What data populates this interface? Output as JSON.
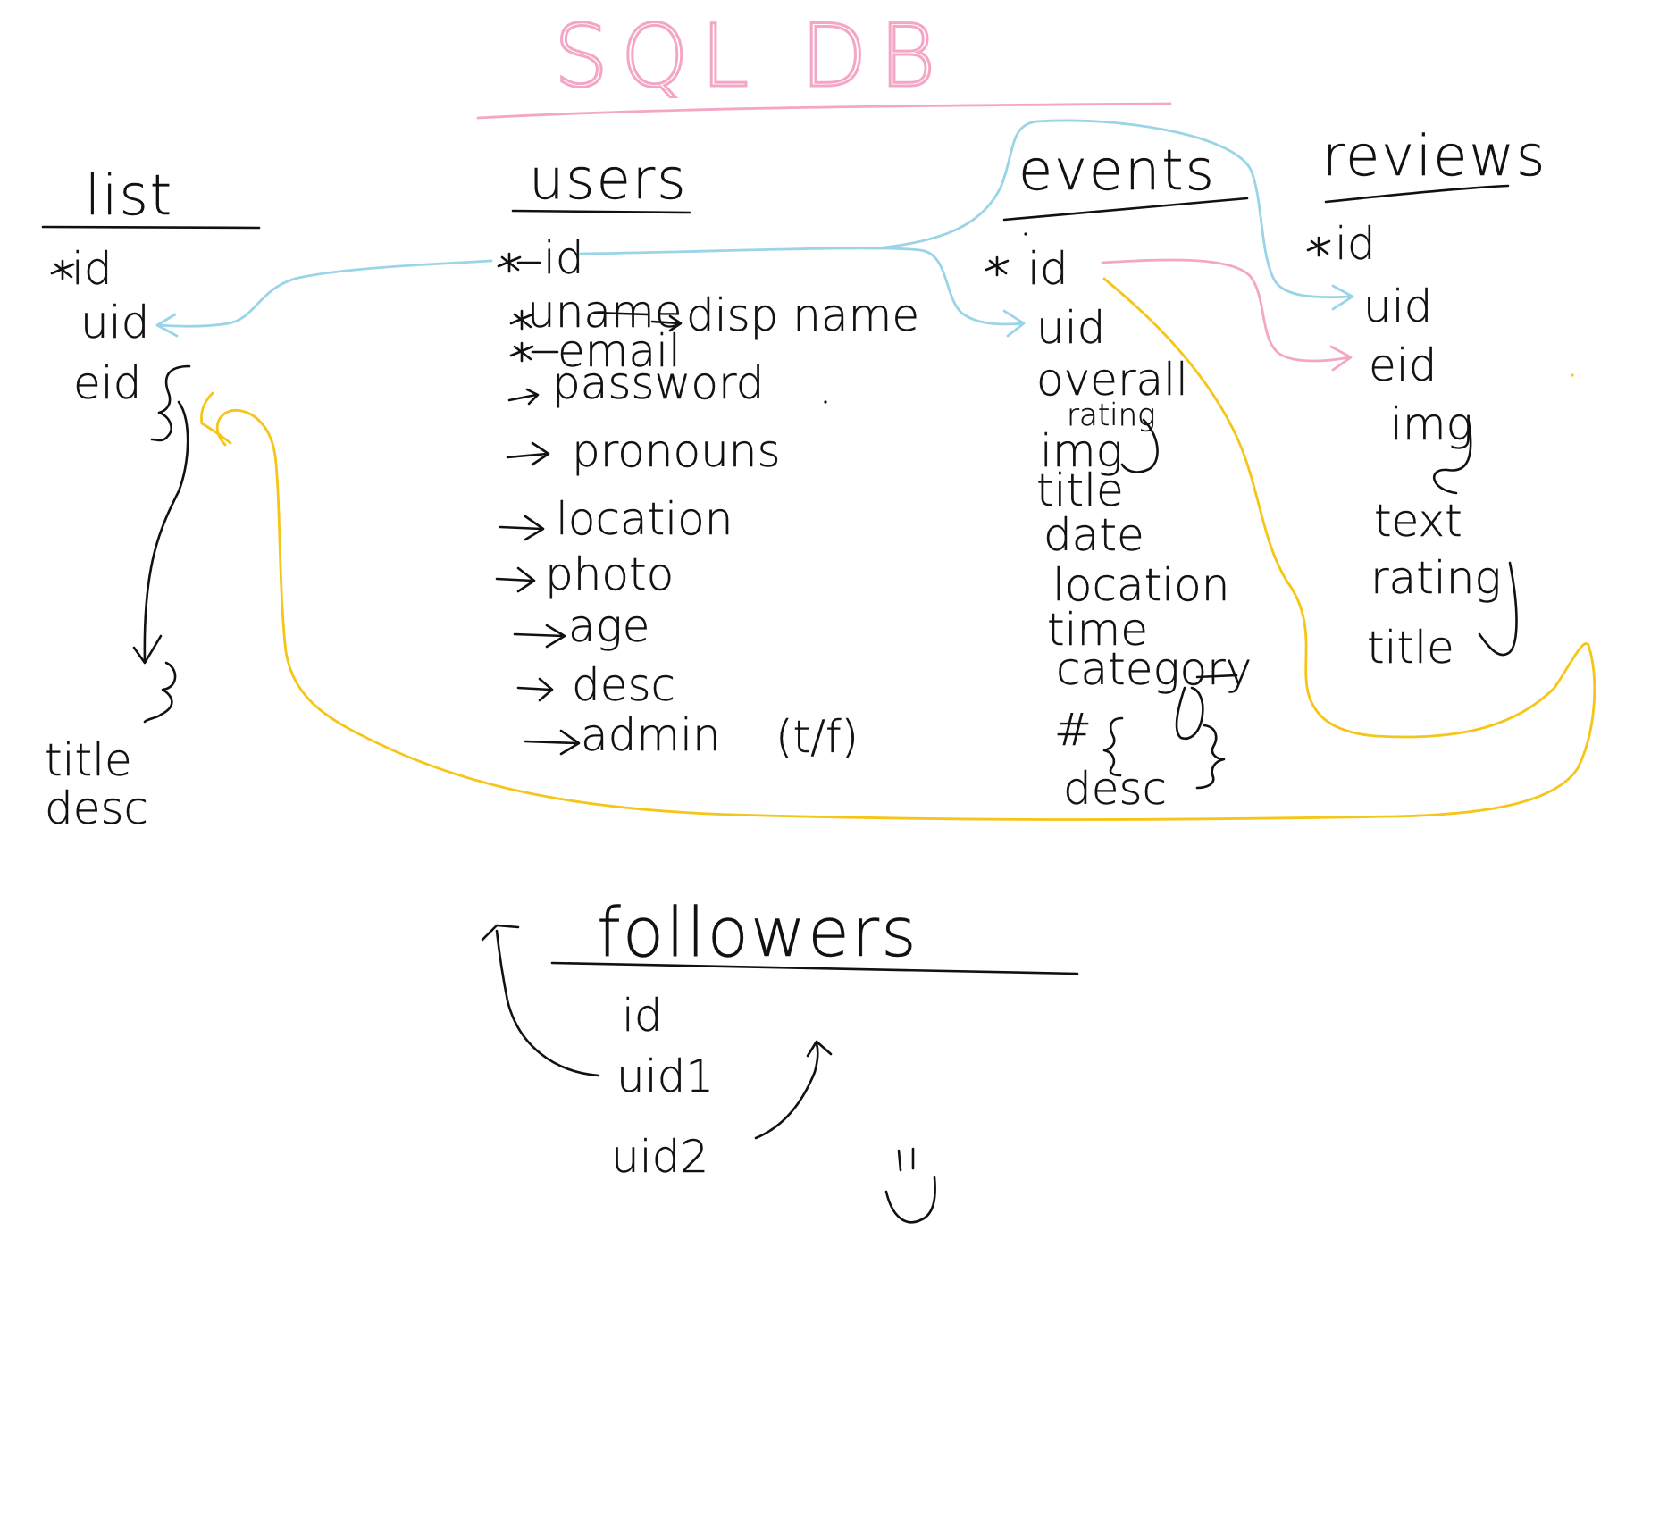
{
  "diagram": {
    "title": "SQL DB",
    "colors": {
      "ink": "#111111",
      "title": "#f4a6c6",
      "blue_link": "#9ad4e6",
      "pink_link": "#f4a6c6",
      "yellow_link": "#f5c518"
    },
    "tables": {
      "list": {
        "name": "list",
        "fields": [
          "id",
          "uid",
          "eid",
          "title",
          "desc"
        ]
      },
      "users": {
        "name": "users",
        "fields": [
          "id",
          "uname",
          "disp name",
          "email",
          "password",
          "pronouns",
          "location",
          "photo",
          "age",
          "desc",
          "admin",
          "(t/f)"
        ]
      },
      "events": {
        "name": "events",
        "fields": [
          "id",
          "uid",
          "overall",
          "rating",
          "img",
          "title",
          "date",
          "location",
          "time",
          "category",
          "#",
          "desc"
        ]
      },
      "reviews": {
        "name": "reviews",
        "fields": [
          "id",
          "uid",
          "eid",
          "img",
          "text",
          "rating",
          "title"
        ]
      },
      "followers": {
        "name": "followers",
        "fields": [
          "id",
          "uid1",
          "uid2"
        ]
      }
    },
    "links": [
      {
        "from": "users.id",
        "to": "list.uid",
        "color": "blue"
      },
      {
        "from": "users.id",
        "to": "events.uid",
        "color": "blue"
      },
      {
        "from": "users.id",
        "to": "reviews.uid",
        "color": "blue"
      },
      {
        "from": "events.id",
        "to": "reviews.eid",
        "color": "pink"
      },
      {
        "from": "events.id",
        "to": "list.eid",
        "color": "yellow"
      }
    ],
    "icons": [
      "star-icon",
      "arrow-icon",
      "smiley-icon"
    ]
  }
}
